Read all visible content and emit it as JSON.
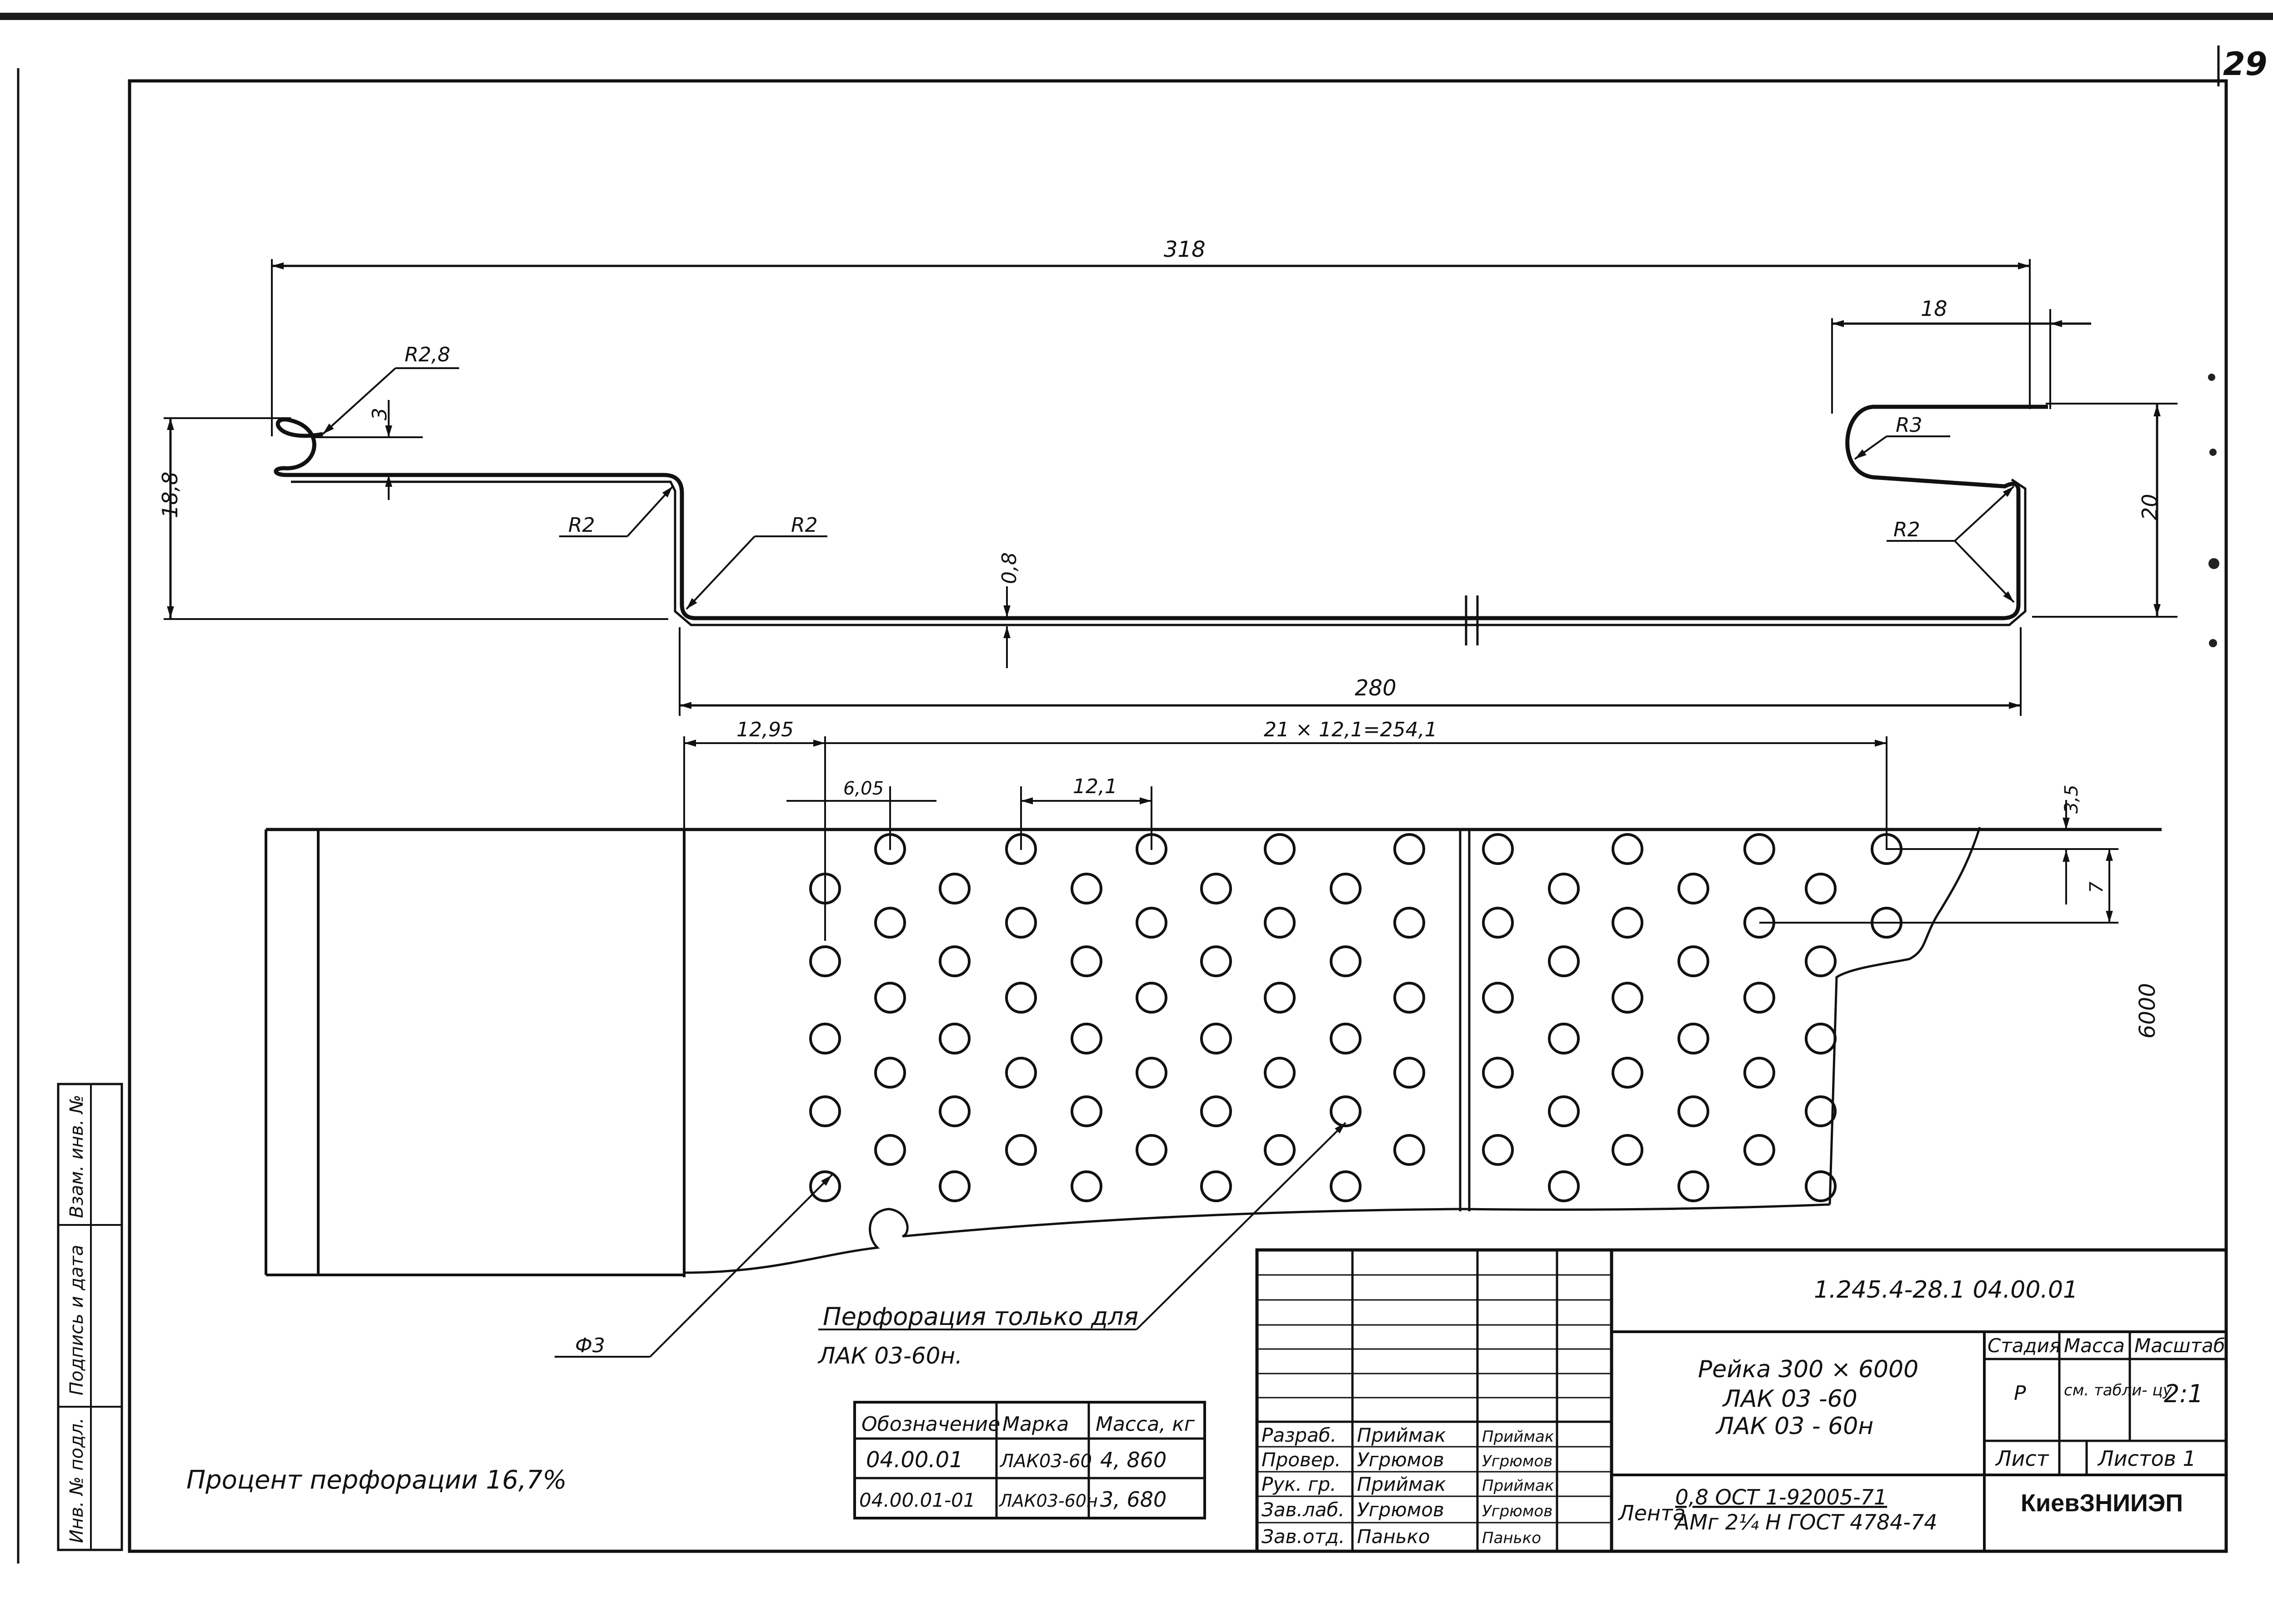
{
  "sheet": {
    "corner_number": "29"
  },
  "profile": {
    "dim_overall": "318",
    "dim_hook_right": "18",
    "radius_hook_left": "R2,8",
    "dim_hook_gap": "3",
    "dim_height_left": "18,8",
    "radius_left_upper": "R2",
    "radius_left_lower": "R2",
    "dim_thickness": "0,8",
    "radius_hook_right": "R3",
    "radius_right": "R2",
    "dim_height_right": "20",
    "dim_bottom": "280"
  },
  "perforation": {
    "dim_start": "12,95",
    "dim_pitch_total": "21 × 12,1=254,1",
    "dim_half_pitch": "6,05",
    "dim_pitch": "12,1",
    "dim_edge": "3,5",
    "dim_row_pitch": "7",
    "dim_length": "6000",
    "hole_label": "Ф3",
    "note_line1": "Перфорация только для",
    "note_line2": "ЛАК 03-60н."
  },
  "percent_note": "Процент перфорации 16,7%",
  "left_strip": [
    "Взам. инв. №",
    "Подпись и дата",
    "Инв. № подл."
  ],
  "marks_table": {
    "headers": [
      "Обозначение",
      "Марка",
      "Масса, кг"
    ],
    "rows": [
      [
        "04.00.01",
        "ЛАК03-60",
        "4, 860"
      ],
      [
        "04.00.01-01",
        "ЛАК03-60н",
        "3, 680"
      ]
    ]
  },
  "title_block": {
    "document_code": "1.245.4-28.1      04.00.01",
    "title_lines": [
      "Рейка 300 × 6000",
      "ЛАК 03 -60",
      "ЛАК 03 - 60н"
    ],
    "material_label": "Лента",
    "material_line1": "0,8  ОСТ 1-92005-71",
    "material_line2": "АМг 2¼ Н ГОСТ 4784-74",
    "col_stage": "Стадия",
    "col_mass": "Масса",
    "col_scale": "Масштаб",
    "stage": "Р",
    "mass": "см. табли- цу",
    "scale": "2:1",
    "sheet_label": "Лист",
    "sheets_label": "Листов  1",
    "organization": "КиевЗНИИЭП",
    "signatures": [
      {
        "role": "Разраб.",
        "name": "Приймак",
        "sign": "Приймак"
      },
      {
        "role": "Провер.",
        "name": "Угрюмов",
        "sign": "Угрюмов"
      },
      {
        "role": "Рук. гр.",
        "name": "Приймак",
        "sign": "Приймак"
      },
      {
        "role": "Зав.лаб.",
        "name": "Угрюмов",
        "sign": "Угрюмов"
      },
      {
        "role": "Зав.отд.",
        "name": "Панько",
        "sign": "Панько"
      }
    ]
  }
}
